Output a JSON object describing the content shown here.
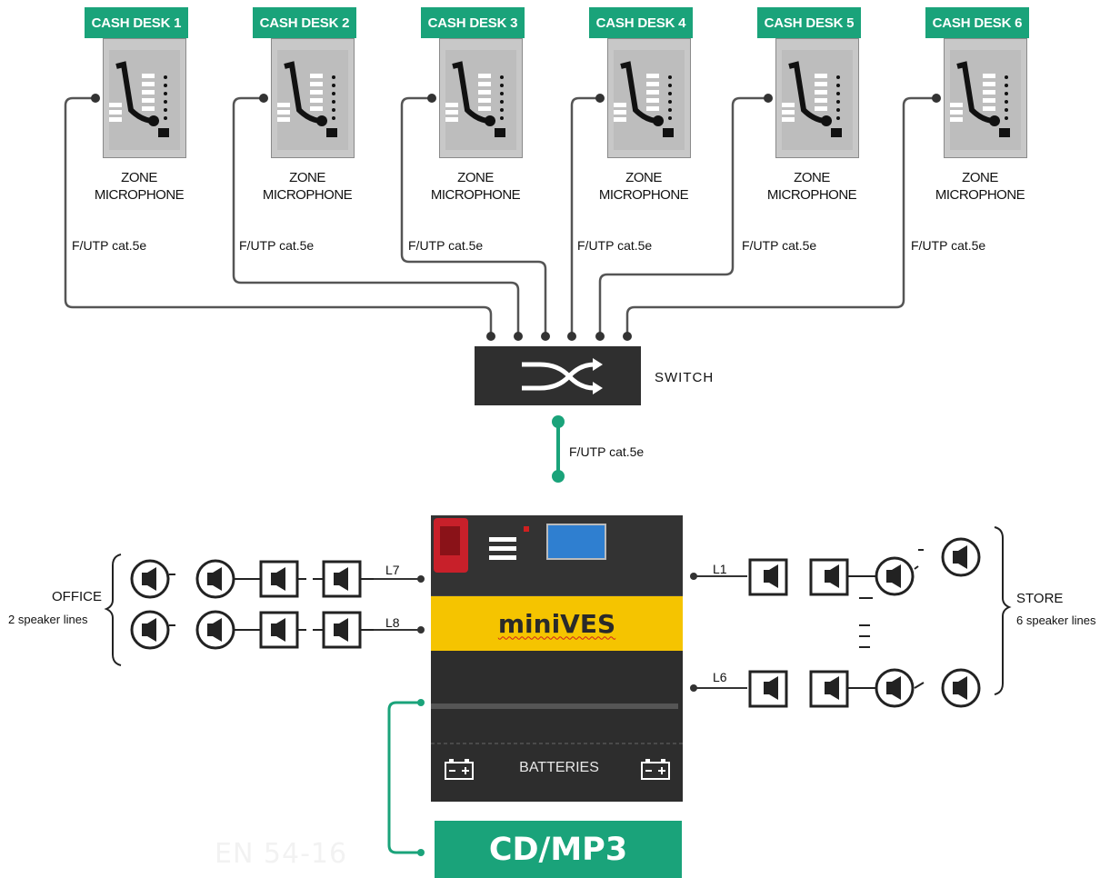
{
  "cash_desks": [
    {
      "label": "CASH DESK 1",
      "device_line1": "ZONE",
      "device_line2": "MICROPHONE",
      "cable": "F/UTP cat.5e"
    },
    {
      "label": "CASH DESK 2",
      "device_line1": "ZONE",
      "device_line2": "MICROPHONE",
      "cable": "F/UTP cat.5e"
    },
    {
      "label": "CASH DESK 3",
      "device_line1": "ZONE",
      "device_line2": "MICROPHONE",
      "cable": "F/UTP cat.5e"
    },
    {
      "label": "CASH DESK 4",
      "device_line1": "ZONE",
      "device_line2": "MICROPHONE",
      "cable": "F/UTP cat.5e"
    },
    {
      "label": "CASH DESK 5",
      "device_line1": "ZONE",
      "device_line2": "MICROPHONE",
      "cable": "F/UTP cat.5e"
    },
    {
      "label": "CASH DESK 6",
      "device_line1": "ZONE",
      "device_line2": "MICROPHONE",
      "cable": "F/UTP cat.5e"
    }
  ],
  "switch": {
    "label": "SWITCH",
    "uplink_cable": "F/UTP cat.5e"
  },
  "controller": {
    "brand": "miniVES",
    "batteries_label": "BATTERIES"
  },
  "office": {
    "title": "OFFICE",
    "subtitle": "2 speaker lines",
    "lines": [
      "L7",
      "L8"
    ]
  },
  "store": {
    "title": "STORE",
    "subtitle": "6 speaker lines",
    "lines": [
      "L1",
      "L6"
    ]
  },
  "source": {
    "label": "CD/MP3"
  },
  "watermark": "EN 54-16",
  "colors": {
    "accent_green": "#1aa37a",
    "brand_yellow": "#f5c400",
    "device_dark": "#2d2d2d"
  }
}
